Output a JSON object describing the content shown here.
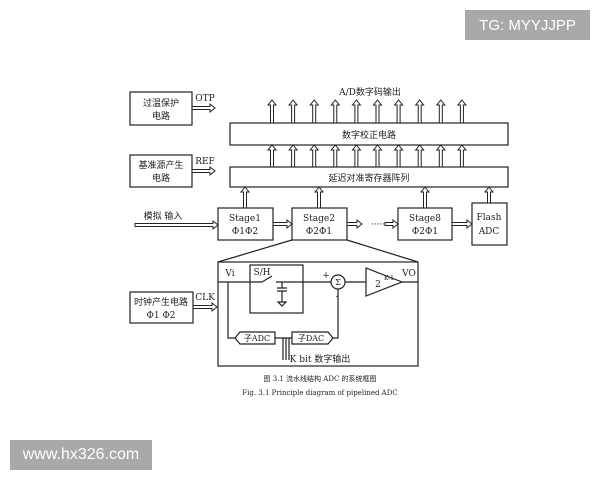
{
  "watermarks": {
    "top_right": "TG: MYYJJPP",
    "bottom_left": "www.hx326.com"
  },
  "diagram": {
    "output_label": "A/D数字码输出",
    "correction_block": "数字校正电路",
    "delay_block": "延迟对准寄存器阵列",
    "otp_block": [
      "过温保护",
      "电路"
    ],
    "otp_signal": "OTP",
    "ref_block": [
      "基准源产生",
      "电路"
    ],
    "ref_signal": "REF",
    "clock_block": [
      "时钟产生电路",
      "Φ1 Φ2"
    ],
    "clock_signal": "CLK",
    "analog_input": "模拟  输入",
    "stages": [
      {
        "name": "Stage1",
        "phase": "Φ1Φ2"
      },
      {
        "name": "Stage2",
        "phase": "Φ2Φ1"
      },
      {
        "name": "Stage8",
        "phase": "Φ2Φ1"
      }
    ],
    "ellipsis": "·····",
    "flash": [
      "Flash",
      "ADC"
    ],
    "detail": {
      "vi": "Vi",
      "vo": "VO",
      "sh": "S/H",
      "plus": "+",
      "minus": "-",
      "sigma": "Σ",
      "gain": "2",
      "gain_exp": "K-1",
      "sub_adc": "子ADC",
      "sub_dac": "子DAC",
      "kbit": "K bit 数字输出"
    },
    "caption_cn": "图 3.1    流水线结构 ADC 的系统框图",
    "caption_en": "Fig. 3.1    Principle diagram of pipelined ADC"
  }
}
